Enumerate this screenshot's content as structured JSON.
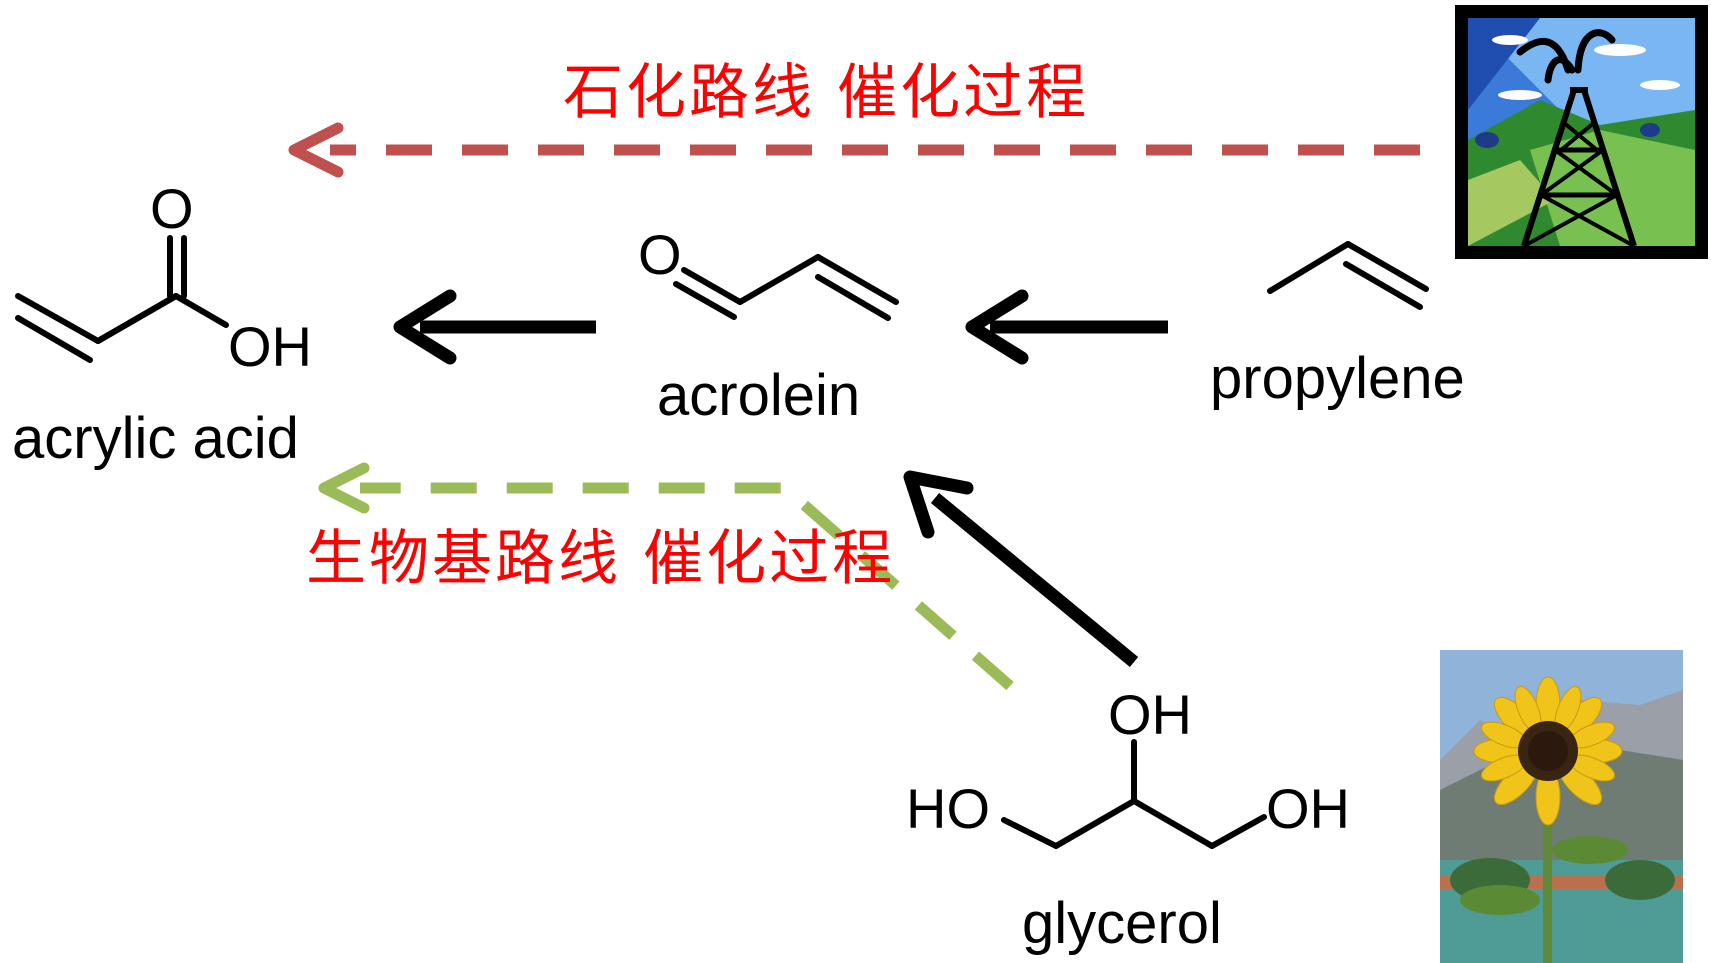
{
  "compounds": {
    "acrylic_acid": {
      "name": "acrylic acid",
      "atom_o": "O",
      "atom_oh": "OH"
    },
    "acrolein": {
      "name": "acrolein",
      "atom_o": "O"
    },
    "propylene": {
      "name": "propylene"
    },
    "glycerol": {
      "name": "glycerol",
      "atom_oh_top": "OH",
      "atom_ho_left": "HO",
      "atom_oh_right": "OH"
    }
  },
  "routes": {
    "petrochemical": {
      "label": "石化路线  催化过程",
      "color": "#c0504d"
    },
    "biobased": {
      "label": "生物基路线  催化过程",
      "color": "#9bbb59"
    },
    "label_color": "#ff0000"
  },
  "images": {
    "oil_derrick": "oil-derrick-image",
    "sunflower": "sunflower-image"
  }
}
